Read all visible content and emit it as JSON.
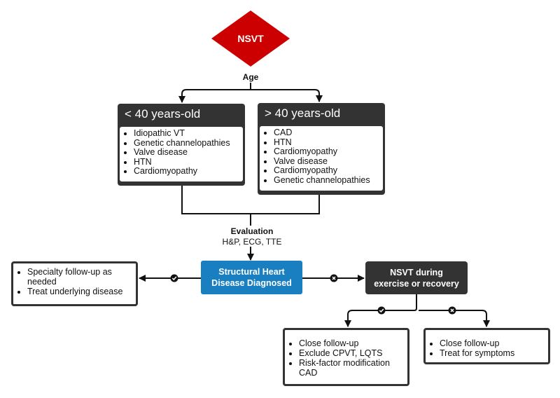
{
  "start": {
    "label": "NSVT",
    "color": "#cc0000"
  },
  "age_label": "Age",
  "young": {
    "title": "< 40 years-old",
    "items": [
      "Idiopathic VT",
      "Genetic channelopathies",
      "Valve disease",
      "HTN",
      "Cardiomyopathy"
    ]
  },
  "old": {
    "title": "> 40 years-old",
    "items": [
      "CAD",
      "HTN",
      "Cardiomyopathy",
      "Valve disease",
      "Cardiomyopathy",
      "Genetic channelopathies"
    ]
  },
  "evaluation": {
    "title": "Evaluation",
    "detail": "H&P, ECG, TTE"
  },
  "structural": {
    "label": "Structural Heart Disease Diagnosed",
    "color": "#1a7fc1"
  },
  "yes_structural": {
    "items": [
      "Specialty follow-up as needed",
      "Treat underlying disease"
    ]
  },
  "exercise": {
    "label": "NSVT during exercise or recovery"
  },
  "yes_exercise": {
    "items": [
      "Close follow-up",
      "Exclude CPVT, LQTS",
      "Risk-factor modification CAD"
    ]
  },
  "no_exercise": {
    "items": [
      "Close follow-up",
      "Treat for symptoms"
    ]
  },
  "icons": {
    "yes": "check-circle-icon",
    "no": "x-circle-icon"
  }
}
